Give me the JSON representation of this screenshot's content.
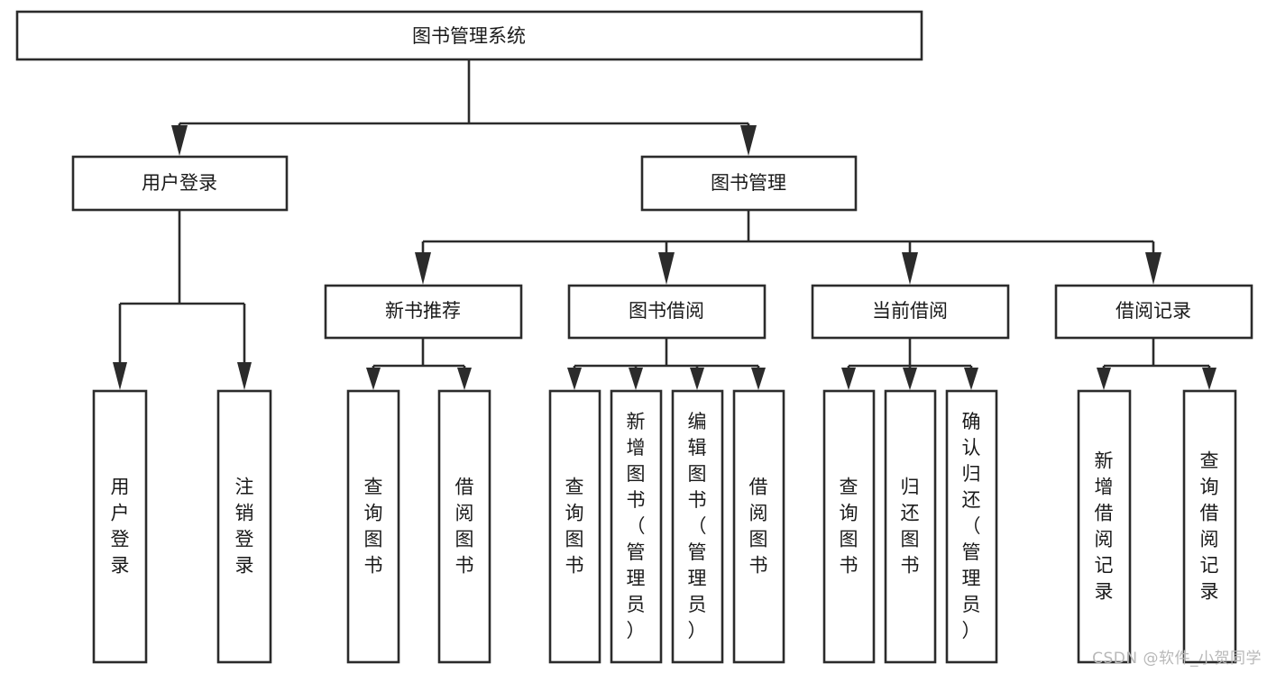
{
  "diagram": {
    "type": "tree-hierarchy",
    "title": "图书管理系统",
    "orientation": "top-down",
    "background_color": "#ffffff",
    "line_color": "#2b2b2b",
    "box_fill": "#ffffff",
    "text_color": "#1a1a1a",
    "root": {
      "id": "root",
      "label": "图书管理系统",
      "text_direction": "horizontal"
    },
    "level2": [
      {
        "id": "user-login",
        "label": "用户登录",
        "text_direction": "horizontal"
      },
      {
        "id": "book-manage",
        "label": "图书管理",
        "text_direction": "horizontal"
      }
    ],
    "level3": [
      {
        "id": "new-book-recommend",
        "label": "新书推荐",
        "text_direction": "horizontal",
        "parent": "book-manage"
      },
      {
        "id": "book-borrow",
        "label": "图书借阅",
        "text_direction": "horizontal",
        "parent": "book-manage"
      },
      {
        "id": "current-borrow",
        "label": "当前借阅",
        "text_direction": "horizontal",
        "parent": "book-manage"
      },
      {
        "id": "borrow-record",
        "label": "借阅记录",
        "text_direction": "horizontal",
        "parent": "book-manage"
      }
    ],
    "leaves": [
      {
        "id": "leaf-user-login",
        "label": "用户登录",
        "text_direction": "vertical",
        "parent": "user-login"
      },
      {
        "id": "leaf-logout",
        "label": "注销登录",
        "text_direction": "vertical",
        "parent": "user-login"
      },
      {
        "id": "leaf-query-book-1",
        "label": "查询图书",
        "text_direction": "vertical",
        "parent": "new-book-recommend"
      },
      {
        "id": "leaf-borrow-book-1",
        "label": "借阅图书",
        "text_direction": "vertical",
        "parent": "new-book-recommend"
      },
      {
        "id": "leaf-query-book-2",
        "label": "查询图书",
        "text_direction": "vertical",
        "parent": "book-borrow"
      },
      {
        "id": "leaf-add-book",
        "label": "新增图书（管理员）",
        "text_direction": "vertical",
        "parent": "book-borrow"
      },
      {
        "id": "leaf-edit-book",
        "label": "编辑图书（管理员）",
        "text_direction": "vertical",
        "parent": "book-borrow"
      },
      {
        "id": "leaf-borrow-book-2",
        "label": "借阅图书",
        "text_direction": "vertical",
        "parent": "book-borrow"
      },
      {
        "id": "leaf-query-book-3",
        "label": "查询图书",
        "text_direction": "vertical",
        "parent": "current-borrow"
      },
      {
        "id": "leaf-return-book",
        "label": "归还图书",
        "text_direction": "vertical",
        "parent": "current-borrow"
      },
      {
        "id": "leaf-confirm-return",
        "label": "确认归还（管理员）",
        "text_direction": "vertical",
        "parent": "current-borrow"
      },
      {
        "id": "leaf-add-record",
        "label": "新增借阅记录",
        "text_direction": "vertical",
        "parent": "borrow-record"
      },
      {
        "id": "leaf-query-record",
        "label": "查询借阅记录",
        "text_direction": "vertical",
        "parent": "borrow-record"
      }
    ]
  },
  "watermark": {
    "text": "CSDN @软件_小贺同学",
    "color": "#b8b8b8"
  }
}
